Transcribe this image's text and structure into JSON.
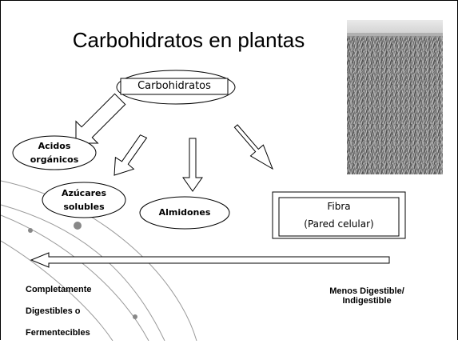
{
  "title": "Carbohidratos en plantas",
  "root": "Carbohidratos",
  "nodes": {
    "acidos": [
      "Acidos",
      "orgánicos"
    ],
    "azucares": [
      "Azúcares",
      "solubles"
    ],
    "almidones": "Almidones",
    "fibra": [
      "Fibra",
      "(Pared celular)"
    ]
  },
  "bottom": {
    "left": [
      "Completamente",
      "Digestibles o",
      "Fermentecibles"
    ],
    "right": [
      "Menos Digestible/",
      "Indigestible"
    ]
  },
  "image": {
    "subject": "field-of-grass-photo"
  }
}
